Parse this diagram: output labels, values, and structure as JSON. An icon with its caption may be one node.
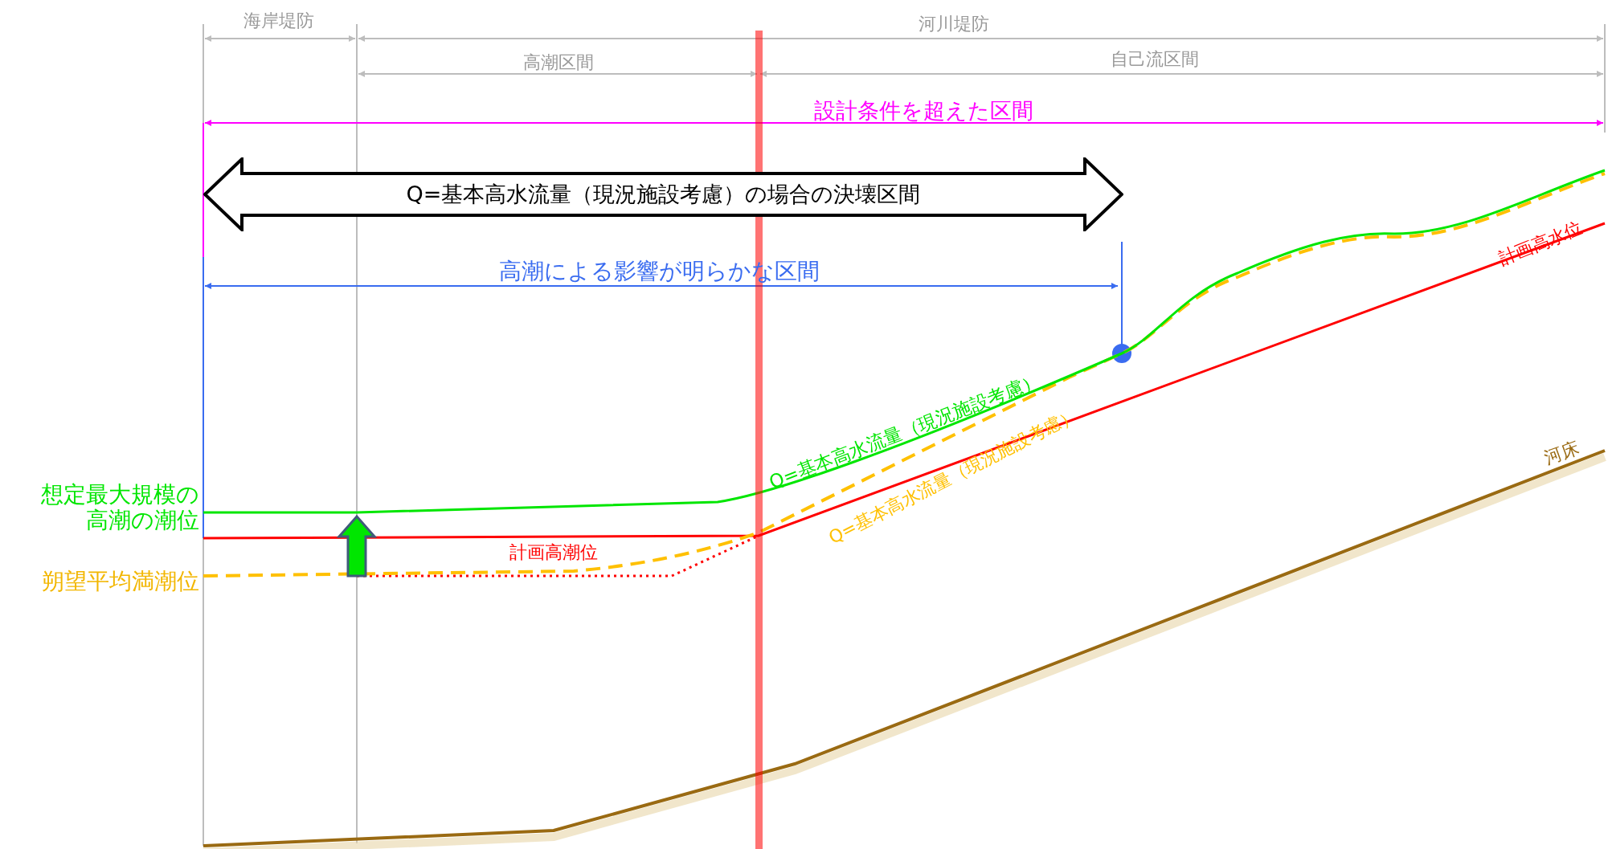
{
  "diagram": {
    "nodes": [
      {
        "text": [
          "Q=基本高水流量（現況施設考慮）の場合の決壊区間"
        ]
      }
    ],
    "edges": [],
    "labels": [
      "海岸堤防",
      "河川堤防",
      "高潮区間",
      "自己流区間",
      "設計条件を超えた区間",
      "高潮による影響が明らかな区間",
      "計画高水位",
      "Q=基本高水流量（現況施設考慮）",
      "Q=基本高水流量（現況施設考慮）",
      "河床",
      "想定最大規模の高潮の潮位",
      "計画高潮位",
      "朔望平均満潮位"
    ]
  }
}
